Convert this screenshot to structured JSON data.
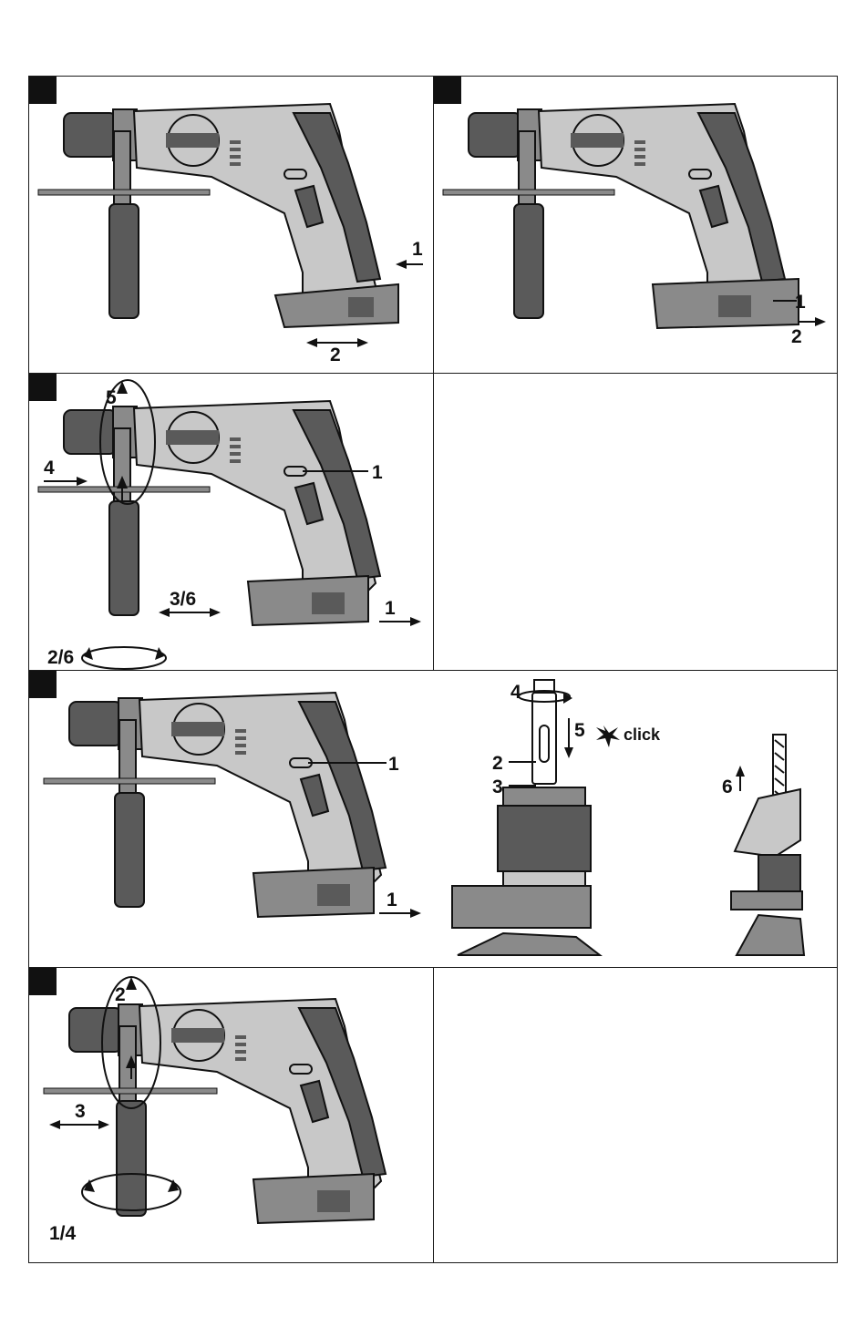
{
  "figures": [
    {
      "id": "fig1",
      "labels": {
        "a": "1",
        "b": "2"
      }
    },
    {
      "id": "fig2",
      "labels": {
        "a": "1",
        "b": "2"
      }
    },
    {
      "id": "fig3",
      "labels": {
        "a": "5",
        "b": "4",
        "c": "3/6",
        "d": "2/6",
        "e": "1",
        "f": "1"
      }
    },
    {
      "id": "fig4",
      "labels": {
        "a": "1",
        "b": "1",
        "c": "4",
        "d": "5",
        "e": "click",
        "f": "2",
        "g": "3",
        "h": "6"
      }
    },
    {
      "id": "fig5",
      "labels": {
        "a": "2",
        "b": "3",
        "c": "1/4"
      }
    }
  ],
  "colors": {
    "dark": "#5a5a5a",
    "mid": "#8a8a8a",
    "light": "#c8c8c8",
    "ink": "#111111"
  }
}
